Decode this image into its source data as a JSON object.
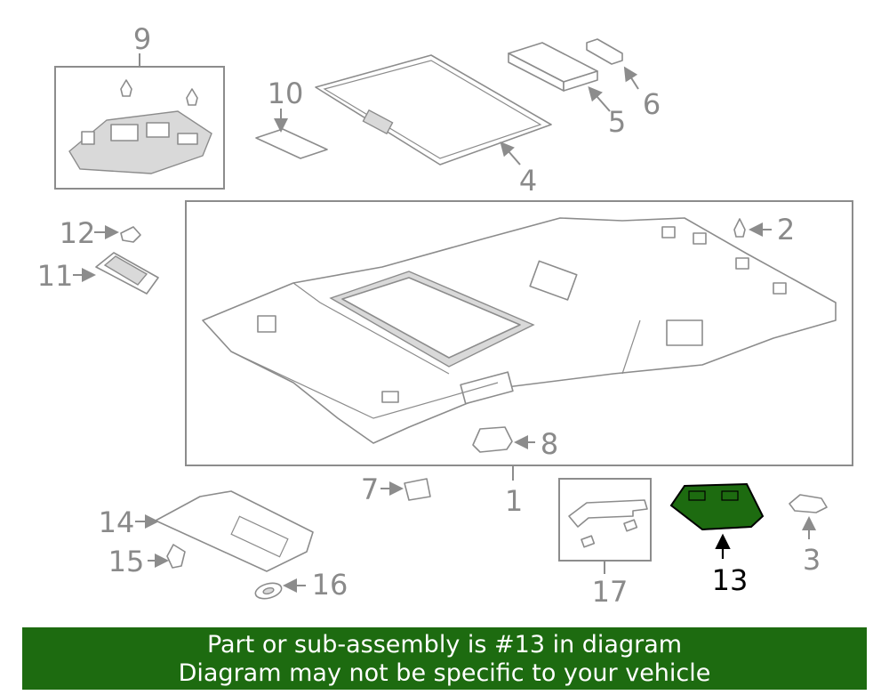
{
  "diagram": {
    "highlight_color": "#1d6b10",
    "callouts": [
      "1",
      "2",
      "3",
      "4",
      "5",
      "6",
      "7",
      "8",
      "9",
      "10",
      "11",
      "12",
      "13",
      "14",
      "15",
      "16",
      "17"
    ],
    "highlighted_callout": "13"
  },
  "banner": {
    "line1": "Part or sub-assembly is #13 in diagram",
    "line2": "Diagram may not be specific to your vehicle",
    "background": "#1d6b10"
  }
}
